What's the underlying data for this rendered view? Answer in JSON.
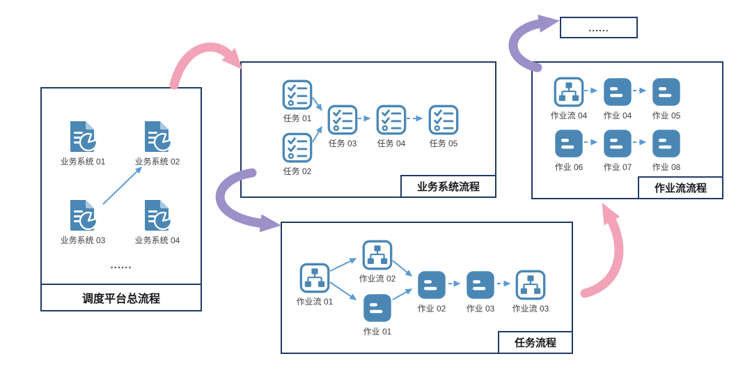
{
  "colors": {
    "icon_blue": "#4a87b5",
    "panel_border": "#1f3a68",
    "connector_blue": "#5b9bd5",
    "arrow_pink": "#f2a3b8",
    "arrow_purple": "#9d90c9"
  },
  "more_box": {
    "label": "......"
  },
  "panels": {
    "platform": {
      "title": "调度平台总流程",
      "ellipsis": "......",
      "nodes": [
        {
          "label": "业务系统 01",
          "type": "business-system"
        },
        {
          "label": "业务系统 02",
          "type": "business-system"
        },
        {
          "label": "业务系统 03",
          "type": "business-system"
        },
        {
          "label": "业务系统 04",
          "type": "business-system"
        }
      ]
    },
    "business": {
      "title": "业务系统流程",
      "nodes": [
        {
          "label": "任务 01",
          "type": "task"
        },
        {
          "label": "任务 02",
          "type": "task"
        },
        {
          "label": "任务 03",
          "type": "task"
        },
        {
          "label": "任务 04",
          "type": "task"
        },
        {
          "label": "任务 05",
          "type": "task"
        }
      ]
    },
    "task": {
      "title": "任务流程",
      "nodes": [
        {
          "label": "作业流 01",
          "type": "workflow"
        },
        {
          "label": "作业流 02",
          "type": "workflow"
        },
        {
          "label": "作业 01",
          "type": "job"
        },
        {
          "label": "作业 02",
          "type": "job"
        },
        {
          "label": "作业 03",
          "type": "job"
        },
        {
          "label": "作业流 03",
          "type": "workflow"
        }
      ]
    },
    "jobflow": {
      "title": "作业流流程",
      "nodes": [
        {
          "label": "作业流 04",
          "type": "workflow"
        },
        {
          "label": "作业 04",
          "type": "job"
        },
        {
          "label": "作业 05",
          "type": "job"
        },
        {
          "label": "作业 06",
          "type": "job"
        },
        {
          "label": "作业 07",
          "type": "job"
        },
        {
          "label": "作业 08",
          "type": "job"
        }
      ]
    }
  }
}
